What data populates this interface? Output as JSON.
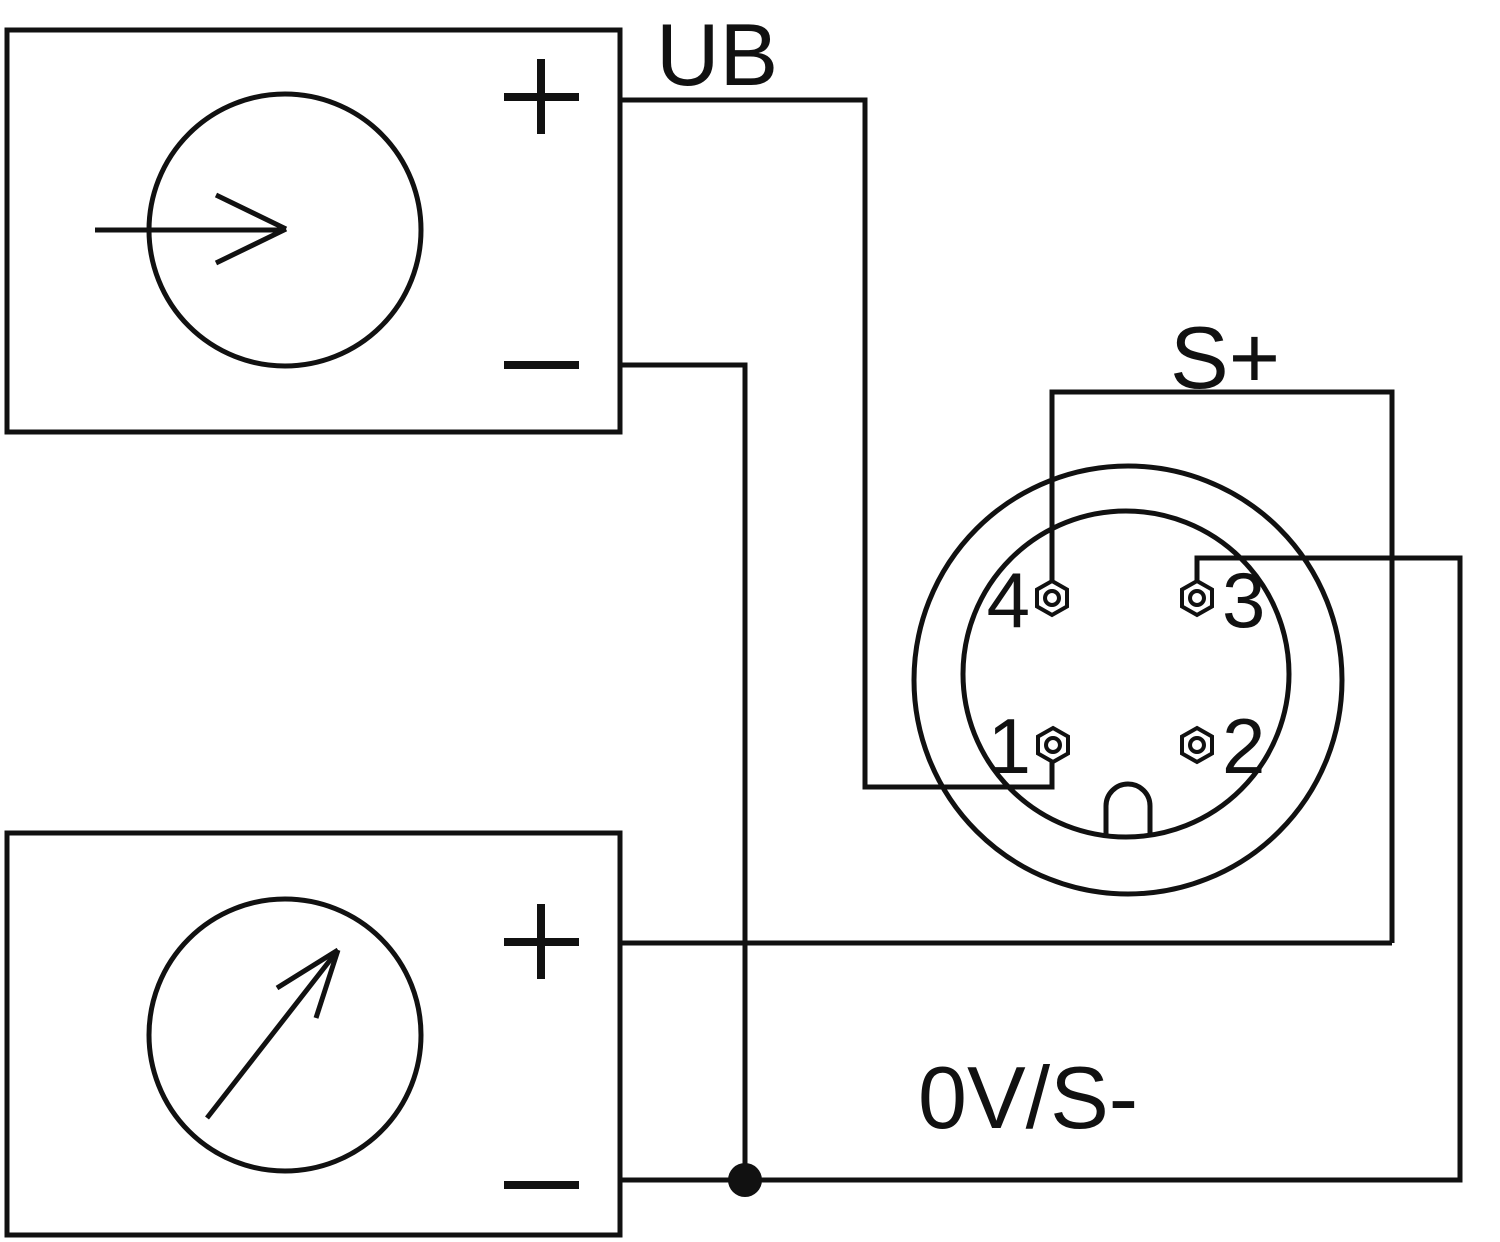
{
  "diagram": {
    "background": "#ffffff",
    "stroke_color": "#111111",
    "labels": {
      "ub": "UB",
      "s_plus": "S+",
      "zero_v_s_minus": "0V/S-"
    },
    "power_supply": {
      "symbol": "source-arrow-right-icon",
      "terminal_top": "+",
      "terminal_bottom": "−"
    },
    "indicator": {
      "symbol": "meter-needle-icon",
      "terminal_top": "+",
      "terminal_bottom": "−"
    },
    "connector": {
      "pins": [
        {
          "number": "4"
        },
        {
          "number": "3"
        },
        {
          "number": "1"
        },
        {
          "number": "2"
        }
      ]
    }
  }
}
